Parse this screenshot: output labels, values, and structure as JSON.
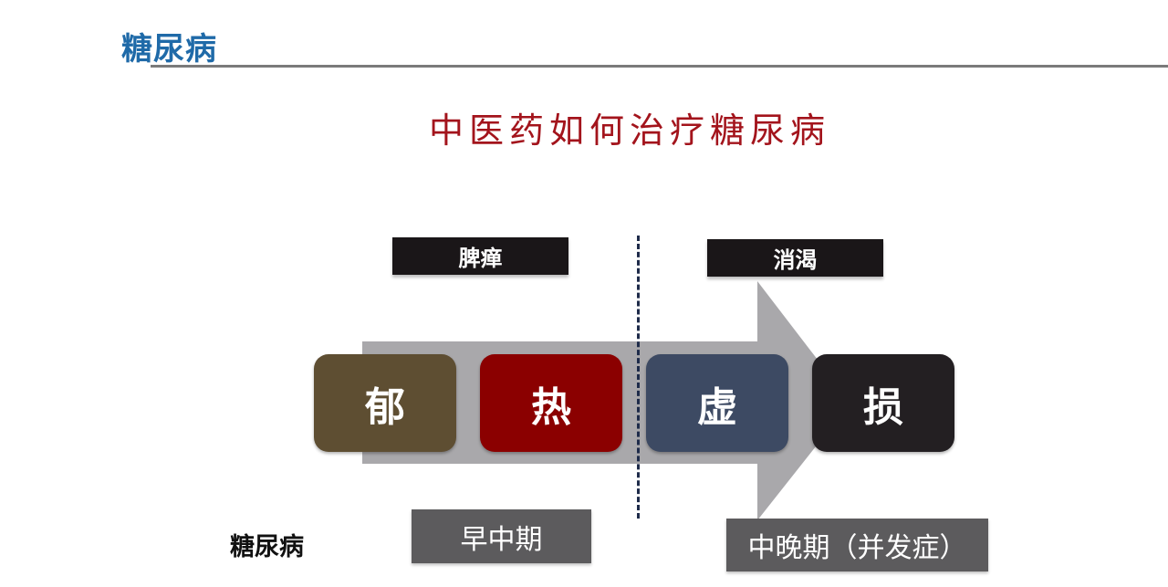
{
  "header": {
    "title": "糖尿病",
    "title_color": "#1f6aa8"
  },
  "slide": {
    "title": "中医药如何治疗糖尿病",
    "title_color": "#a3141c"
  },
  "stages": [
    {
      "label": "脾瘅"
    },
    {
      "label": "消渴"
    }
  ],
  "steps": [
    {
      "label": "郁",
      "color": "#5e4e32"
    },
    {
      "label": "热",
      "color": "#8b0000"
    },
    {
      "label": "虚",
      "color": "#3d4a63"
    },
    {
      "label": "损",
      "color": "#231f22"
    }
  ],
  "row_label": "糖尿病",
  "phases": [
    {
      "label": "早中期"
    },
    {
      "label": "中晚期（并发症）"
    }
  ],
  "arrow_color": "#a9a8ab"
}
